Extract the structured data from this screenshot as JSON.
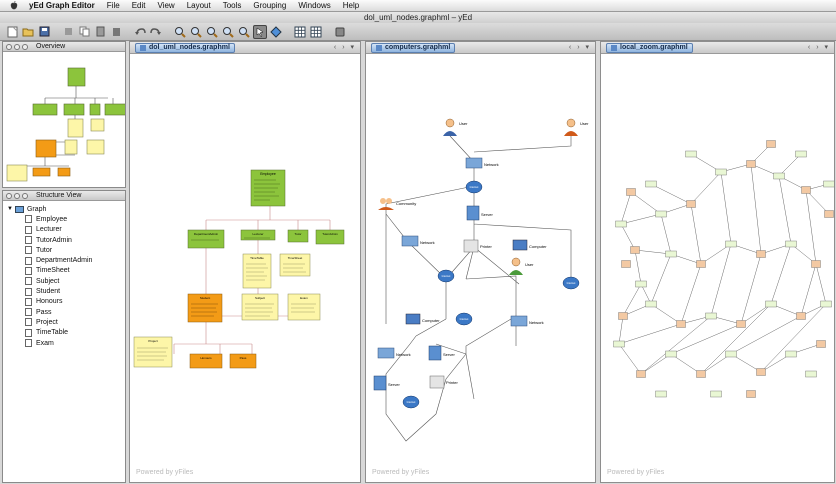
{
  "menubar": {
    "app_name": "yEd Graph Editor",
    "items": [
      "File",
      "Edit",
      "View",
      "Layout",
      "Tools",
      "Grouping",
      "Windows",
      "Help"
    ]
  },
  "window": {
    "title": "dol_uml_nodes.graphml – yEd"
  },
  "toolbar": {
    "icons": [
      "new-file-icon",
      "open-icon",
      "save-icon",
      "cut-icon",
      "copy-icon",
      "paste-icon",
      "delete-icon",
      "undo-icon",
      "redo-icon",
      "zoom-in-icon",
      "zoom-out-icon",
      "zoom-fit-icon",
      "zoom-area-icon",
      "zoom-original-icon",
      "select-mode-icon",
      "navigate-icon",
      "grid-icon",
      "snap-icon",
      "layout-icon"
    ]
  },
  "overview": {
    "title": "Overview"
  },
  "structure": {
    "title": "Structure View",
    "root": "Graph",
    "items": [
      "Employee",
      "Lecturer",
      "TutorAdmin",
      "Tutor",
      "DepartmentAdmin",
      "TimeSheet",
      "Subject",
      "Student",
      "Honours",
      "Pass",
      "Project",
      "TimeTable",
      "Exam"
    ]
  },
  "documents": [
    {
      "tab": "dol_uml_nodes.graphml",
      "powered": "Powered by yFiles"
    },
    {
      "tab": "computers.graphml",
      "powered": "Powered by yFiles"
    },
    {
      "tab": "local_zoom.graphml",
      "powered": "Powered by yFiles"
    }
  ],
  "uml_labels": {
    "top": "Employee",
    "row1": [
      "DepartmentAdmin",
      "Lecturer",
      "Tutor",
      "TutorAdmin"
    ],
    "row2": [
      "TimeTable",
      "TimeSheet"
    ],
    "row3": [
      "Student",
      "Subject",
      "Exam"
    ],
    "row4": [
      "Project",
      "Honours",
      "Pass"
    ]
  },
  "network_labels": {
    "user1": "User",
    "user2": "User",
    "network1": "Network",
    "internet1": "Internet",
    "community": "Community",
    "server1": "Server",
    "network2": "Network",
    "printer1": "Printer",
    "computer1": "Computer",
    "internet2": "Internet",
    "internet3": "Internet",
    "user3": "User",
    "computer2": "Computer",
    "internet4": "Internet",
    "network3": "Network",
    "network4": "Network",
    "server2": "Server",
    "server3": "Server",
    "printer2": "Printer",
    "internet5": "Internet"
  },
  "colors": {
    "uml_green": "#8cc43c",
    "uml_orange": "#f39b16",
    "uml_yellow": "#fdf6a8",
    "zoom_node_green": "#e9f7d4",
    "zoom_node_tan": "#f3c9a3"
  }
}
